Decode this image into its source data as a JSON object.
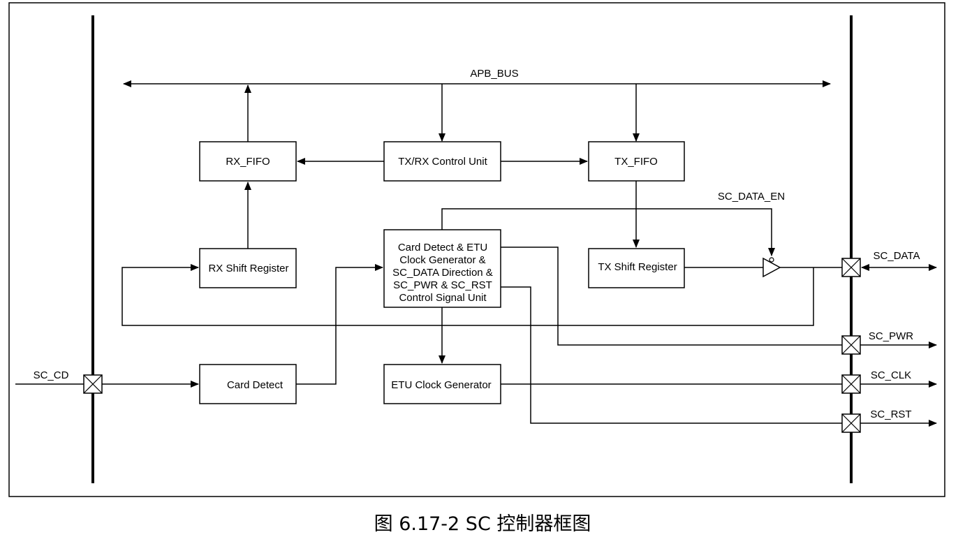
{
  "caption": "图 6.17-2 SC 控制器框图",
  "bus": {
    "label": "APB_BUS"
  },
  "blocks": {
    "rx_fifo": "RX_FIFO",
    "txrx_control": "TX/RX Control Unit",
    "tx_fifo": "TX_FIFO",
    "rx_shift": "RX Shift Register",
    "control_signal": [
      "Card Detect  & ETU",
      "Clock Generator &",
      "SC_DATA Direction &",
      "SC_PWR & SC_RST",
      "Control Signal Unit"
    ],
    "tx_shift": "TX Shift Register",
    "card_detect": "Card Detect",
    "etu_clock": "ETU Clock Generator"
  },
  "signals": {
    "sc_data_en": "SC_DATA_EN",
    "sc_data": "SC_DATA",
    "sc_pwr": "SC_PWR",
    "sc_clk": "SC_CLK",
    "sc_rst": "SC_RST",
    "sc_cd": "SC_CD"
  }
}
